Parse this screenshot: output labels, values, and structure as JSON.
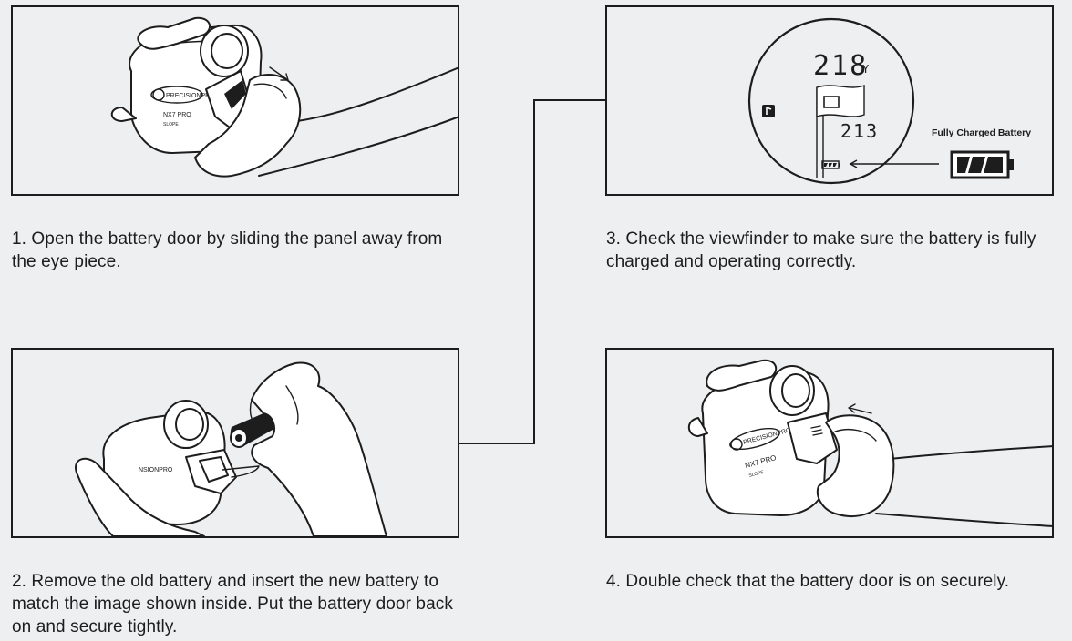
{
  "steps": [
    {
      "text": "1. Open the battery door by sliding the panel away from the eye piece."
    },
    {
      "text": "2. Remove the old battery and insert the new battery to match the image shown inside. Put the battery door back on and secure tightly."
    },
    {
      "text": "3. Check the viewfinder to make sure the battery is fully charged and operating correctly."
    },
    {
      "text": "4. Double check that the battery door is on securely."
    }
  ],
  "viewfinder": {
    "distance_top": "218",
    "unit": "Y",
    "distance_bottom": "213",
    "battery_callout": "Fully Charged Battery"
  },
  "device": {
    "brand": "PRECISIONPRO",
    "model": "NX7 PRO",
    "variant": "SLOPE"
  },
  "colors": {
    "background": "#eeeff0",
    "line": "#1d1d1d"
  }
}
